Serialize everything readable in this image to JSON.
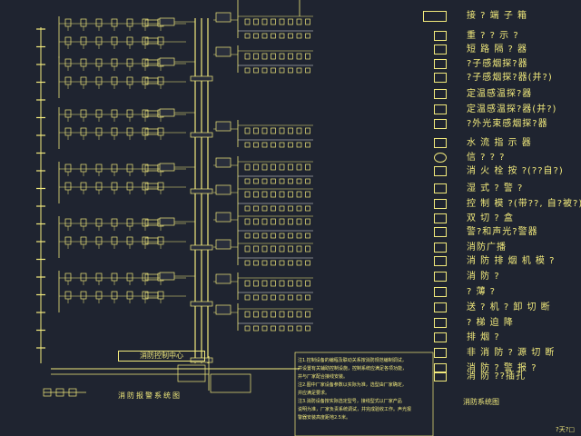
{
  "diagram": {
    "title": "消防报警系统图",
    "control_center": "消防控制中心",
    "legend_caption": "消防系统图",
    "corner_text": "?天?□"
  },
  "legend": [
    {
      "symbol": "box-hatched",
      "label": "接 ? 端 子 箱"
    },
    {
      "symbol": "box-bar",
      "label": "重 ? ? 示 ?"
    },
    {
      "symbol": "box-line",
      "label": "短 路 隔 ? 器"
    },
    {
      "symbol": "box-s",
      "label": "?子感烟探?器"
    },
    {
      "symbol": "box-sn",
      "label": "?子感烟探?器(并?)"
    },
    {
      "symbol": "box-d",
      "label": "定温感温探?器"
    },
    {
      "symbol": "box-dn",
      "label": "定温感温探?器(并?)"
    },
    {
      "symbol": "box-ir",
      "label": "?外光束感烟探?器"
    },
    {
      "symbol": "box-w",
      "label": "水 流 指 示 器"
    },
    {
      "symbol": "circle",
      "label": "信 ? ? ?"
    },
    {
      "symbol": "box-x",
      "label": "消 火 栓 按 ?(??自?)"
    },
    {
      "symbol": "tri",
      "label": "湿 式 ? 警 ?"
    },
    {
      "symbol": "bell",
      "label": "控 制 模 ?(带??, 自?被?)"
    },
    {
      "symbol": "box-two",
      "label": "双 切 ? 盒"
    },
    {
      "symbol": "horn",
      "label": "警?和声光?警器"
    },
    {
      "symbol": "box-speaker",
      "label": "消防广播"
    },
    {
      "symbol": "box-fan",
      "label": "消 防 排 烟 机 模 ?"
    },
    {
      "symbol": "box-pump",
      "label": "消 防 ?"
    },
    {
      "symbol": "box-p",
      "label": "? 薄 ?"
    },
    {
      "symbol": "box-f",
      "label": "送 ? 机 ? 卸 切 断"
    },
    {
      "symbol": "box-e",
      "label": "? 梯 迫 降"
    },
    {
      "symbol": "box-v",
      "label": "排 烟 ?"
    },
    {
      "symbol": "box-np",
      "label": "非 消 防 ? 源 切 断"
    },
    {
      "symbol": "box-al",
      "label": "消 防 ? 警 报 ?"
    },
    {
      "symbol": "box-tel",
      "label": "消 防 ??插孔"
    }
  ],
  "notes": [
    "注1.控制设备的编程及联动关系按消防规范编制调试，",
    "并设置有关辅助控制设施，控制系统应满足各项功能，",
    "并与厂家配合接线安装。",
    "注2.图中厂家设备参数以实际为准，选型由厂家确定，",
    "并应满足要求。",
    "注3.消防设备按实际选定型号，接线型式以厂家产品",
    "说明为准，厂家负责系统调试，并完成验收工作。声光报",
    "警器安装高度距地2.5米。"
  ]
}
